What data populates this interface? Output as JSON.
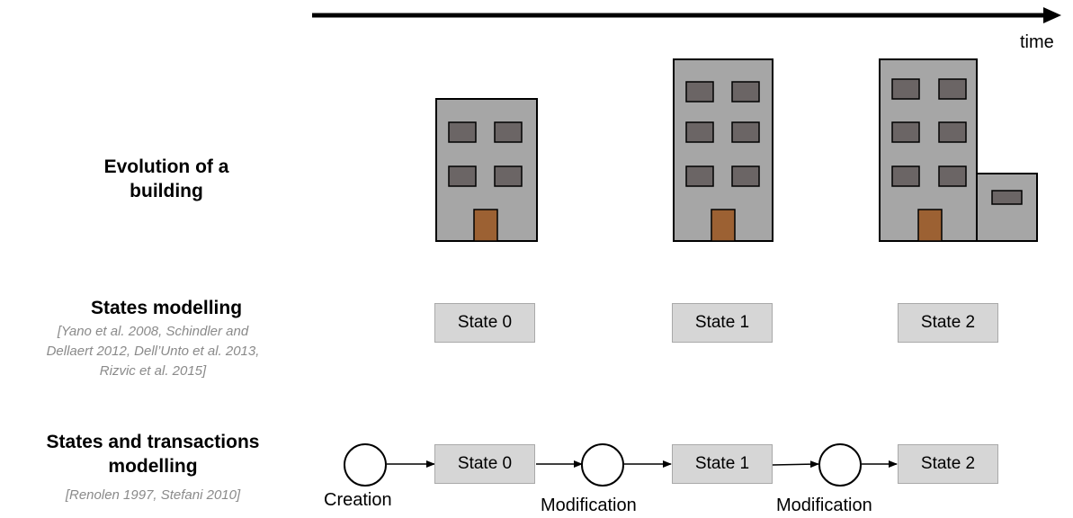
{
  "timeline": {
    "label": "time"
  },
  "rows": {
    "evolution": {
      "title_line1": "Evolution of a",
      "title_line2": "building"
    },
    "states": {
      "title": "States modelling",
      "citation_line1": "[Yano et al. 2008, Schindler and",
      "citation_line2": "Dellaert 2012, Dell’Unto et al. 2013,",
      "citation_line3": "Rizvic et al. 2015]"
    },
    "transactions": {
      "title_line1": "States and transactions",
      "title_line2": "modelling",
      "citation": "[Renolen 1997, Stefani 2010]"
    }
  },
  "state_labels": [
    "State 0",
    "State 1",
    "State 2"
  ],
  "event_labels": [
    "Creation",
    "Modification",
    "Modification"
  ],
  "colors": {
    "building_wall": "#a6a6a6",
    "window": "#6b6565",
    "door": "#9c6133",
    "state_box": "#d6d6d6",
    "citation_text": "#8a8a8a"
  }
}
